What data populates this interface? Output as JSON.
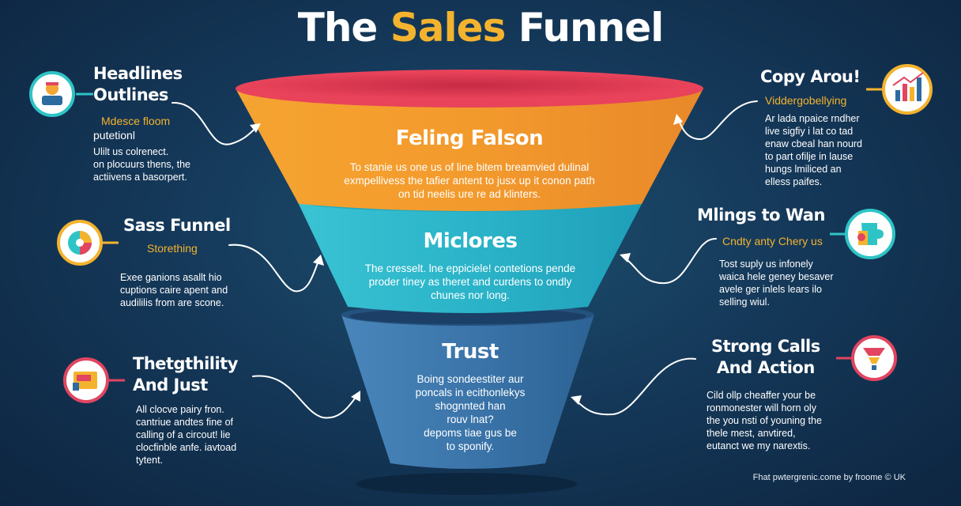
{
  "title": {
    "part1": "The",
    "accent": "Sales",
    "part2": "Funnel"
  },
  "stages": [
    {
      "title": "Feling Falson",
      "body": [
        "To stanie us one us of line bitem breamvied dulinal",
        "exmpellivess the tafier antent to jusx up it conon path",
        "on tid neelis ure re ad klinters."
      ]
    },
    {
      "title": "Miclores",
      "body": [
        "The cresselt. lne eppiciele! contetions pende",
        "proder tiney as theret and curdens to ondly",
        "chunes nor long."
      ]
    },
    {
      "title": "Trust",
      "body": [
        "Boing sondeestiter aur",
        "poncals in ecithonlekys",
        "shognnted han",
        "rouv lnat?",
        "depoms tiae gus be",
        "to sponify."
      ]
    }
  ],
  "left_items": [
    {
      "title_lines": [
        "Headlines",
        "Outlines"
      ],
      "subtitle_lines": [
        "Mdesce floom",
        "putetionl"
      ],
      "body": [
        "Ulilt us colrenect.",
        "on plocuurs thens, the",
        "actiivens a basorpert."
      ],
      "icon": "person-board-icon",
      "accent": "#2ec4c6"
    },
    {
      "title_lines": [
        "Sass Funnel"
      ],
      "subtitle_lines": [
        "Storething"
      ],
      "body": [
        "Exee ganions asallt hio",
        "cuptions caire apent and",
        "audililis from are scone."
      ],
      "icon": "pie-chart-icon",
      "accent": "#f4b32e"
    },
    {
      "title_lines": [
        "Thetgthility",
        "And Just"
      ],
      "subtitle_lines": [],
      "body": [
        "All clocve pairy fron.",
        "cantriue andtes fine of",
        "calling of a circout! lie",
        "clocfinble anfe. iavtoad",
        "tytent."
      ],
      "icon": "chart-folder-icon",
      "accent": "#e14560"
    }
  ],
  "right_items": [
    {
      "title_lines": [
        "Copy Arou!"
      ],
      "subtitle_lines": [
        "Viddergobellying"
      ],
      "body": [
        "Ar lada npaice rndher",
        "live sigfiy i lat co tad",
        "enaw cbeal han nourd",
        "to part ofilje in lause",
        "hungs lmiliced an",
        "elless paifes."
      ],
      "icon": "bar-chart-icon",
      "accent": "#f4b32e"
    },
    {
      "title_lines": [
        "Mlings to Wan"
      ],
      "subtitle_lines": [
        "Cndty anty Chery us"
      ],
      "body": [
        "Tost suply us infonely",
        "waica hele geney besaver",
        "avele ger inlels lears ilo",
        "selling wiul."
      ],
      "icon": "puzzle-icon",
      "accent": "#2ec4c6"
    },
    {
      "title_lines": [
        "Strong Calls",
        "And Action"
      ],
      "subtitle_lines": [],
      "body": [
        "Cild ollp cheaffer your be",
        "ronmonester will horn oly",
        "the you nsti of youning the",
        "thele mest, anvtired,",
        "eutanct we my narextis."
      ],
      "icon": "funnel-icon",
      "accent": "#e14560"
    }
  ],
  "footer": "Fhat pwtergrenic.come by froome © UK",
  "colors": {
    "top": "#f29a2e",
    "middle": "#2cb8cc",
    "bottom": "#3a77ad",
    "rim": "#e8435a",
    "accent": "#f4b32e"
  }
}
